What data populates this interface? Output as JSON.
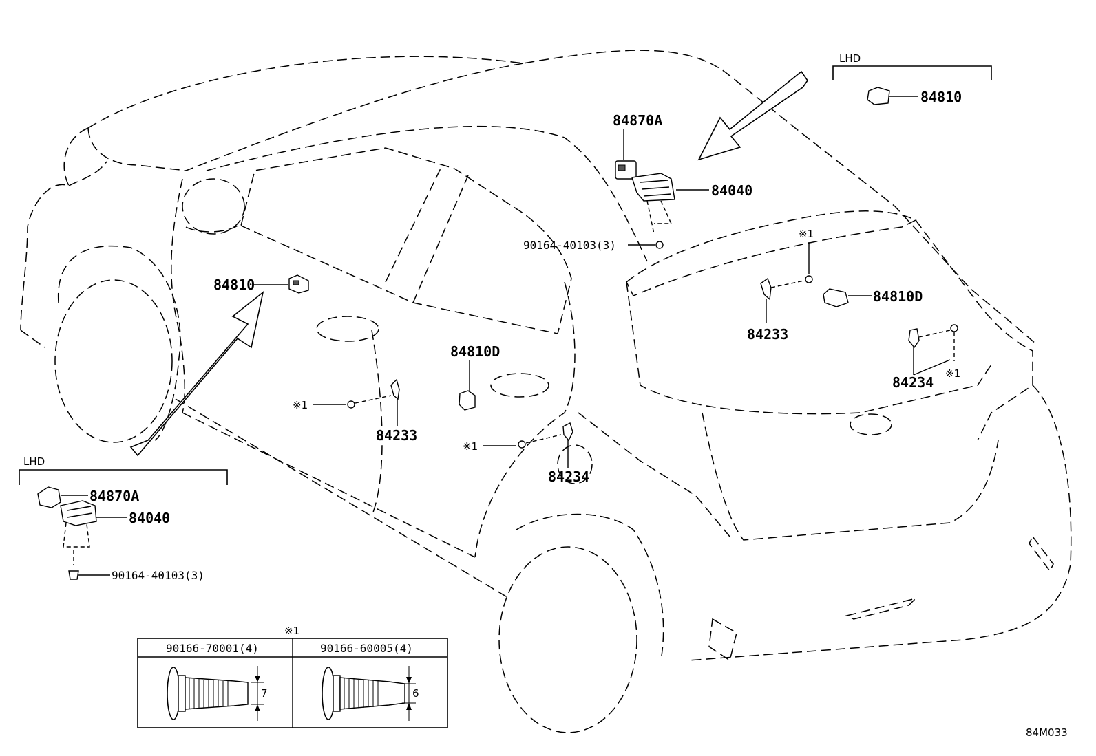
{
  "labels": {
    "p84870a_top": "84870A",
    "p84040_top": "84040",
    "p90164_top": "90164-40103(3)",
    "lhd_top": "LHD",
    "p84810_lhd_top": "84810",
    "note_top": "※1",
    "p84233_right": "84233",
    "p84810d_right": "84810D",
    "p84234_right": "84234",
    "note_right": "※1",
    "p84810_left": "84810",
    "p84810d_mid": "84810D",
    "note_mid1": "※1",
    "p84233_mid": "84233",
    "note_mid2": "※1",
    "p84234_mid": "84234",
    "lhd_bottom": "LHD",
    "p84870a_lhd": "84870A",
    "p84040_lhd": "84040",
    "p90164_lhd": "90164-40103(3)",
    "table_note": "※1",
    "col1": "90166-70001(4)",
    "col2": "90166-60005(4)",
    "dim1": "7",
    "dim2": "6",
    "ref_code": "84M033"
  }
}
